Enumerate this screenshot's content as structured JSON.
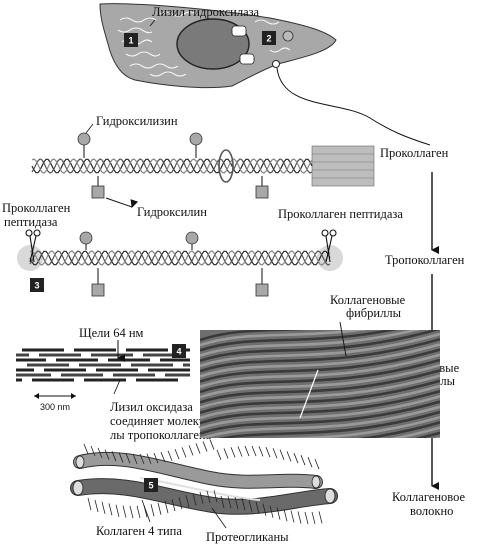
{
  "labels": {
    "lysyl_hydroxylase": "Лизил гидроксилаза",
    "hydroxylysine": "Гидроксилизин",
    "procollagen": "Проколлаген",
    "hydroxyproline": "Гидроксилин",
    "procollagen_peptidase_left_1": "Проколлаген",
    "procollagen_peptidase_left_2": "пептидаза",
    "procollagen_peptidase_right": "Проколлаген пептидаза",
    "tropocollagen": "Тропоколлаген",
    "gaps": "Щели 64 нм",
    "fibrils_top_1": "Коллагеновые",
    "fibrils_top_2": "фибриллы",
    "fibrils_right_1": "Коллагеновые",
    "fibrils_right_2": "фибриллы",
    "scale": "300 nm",
    "oxidase_1": "Лизил оксидаза",
    "oxidase_2": "соединяет молеку-",
    "oxidase_3": "лы тропоколлагена",
    "fiber_1": "Коллагеновое",
    "fiber_2": "волокно",
    "collagen4": "Коллаген 4 типа",
    "proteoglycans": "Протеогликаны"
  },
  "badges": [
    "1",
    "2",
    "3",
    "4",
    "5"
  ]
}
